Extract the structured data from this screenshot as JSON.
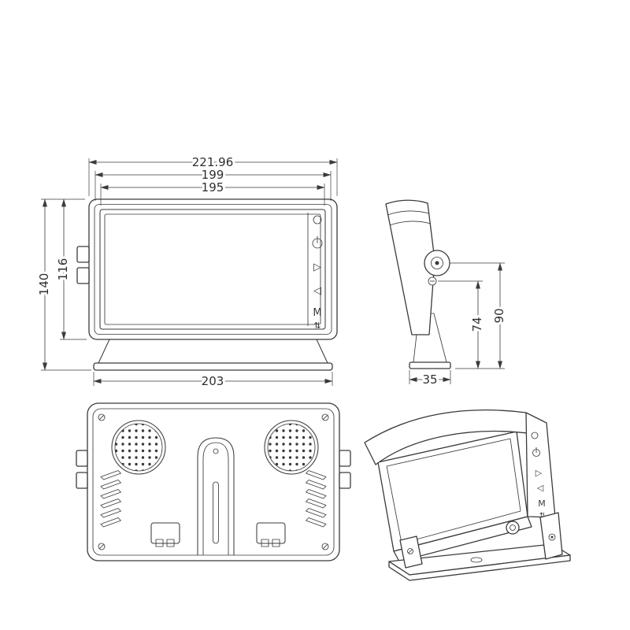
{
  "colors": {
    "background": "#ffffff",
    "line": "#3a3a3a"
  },
  "front_view": {
    "dim_overall_width": "221.96",
    "dim_bezel_width": "199",
    "dim_screen_width": "195",
    "dim_overall_height": "140",
    "dim_body_height": "116",
    "dim_base_width": "203"
  },
  "side_view": {
    "dim_mount_to_base": "90",
    "dim_screw_to_base": "74",
    "dim_base_depth": "35"
  },
  "monitor_buttons": {
    "right_glyph": "▷",
    "left_glyph": "◁",
    "menu_glyph": "M",
    "updown_glyph": "⇅"
  }
}
